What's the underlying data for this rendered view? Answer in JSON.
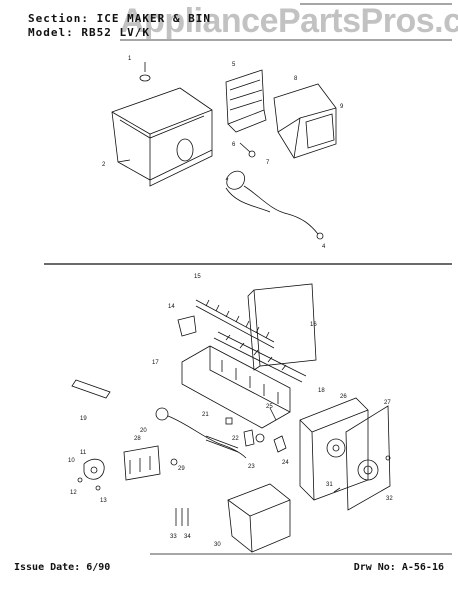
{
  "header": {
    "section": "Section: ICE MAKER & BIN",
    "model": "Model: RB52 LV/K"
  },
  "watermark": "AppliancePartsPros.com",
  "footer": {
    "issue_date": "Issue Date: 6/90",
    "drawing_no": "Drw No: A-56-16"
  },
  "part_labels": [
    "1",
    "2",
    "5",
    "6",
    "7",
    "8",
    "9",
    "4",
    "15",
    "14",
    "16",
    "17",
    "18",
    "19",
    "20",
    "21",
    "22",
    "23",
    "24",
    "25",
    "26",
    "27",
    "28",
    "29",
    "10",
    "11",
    "12",
    "13",
    "30",
    "31",
    "32",
    "33",
    "34"
  ],
  "colors": {
    "ink": "#111111",
    "paper": "#ffffff",
    "watermark": "#8a8a8a"
  }
}
